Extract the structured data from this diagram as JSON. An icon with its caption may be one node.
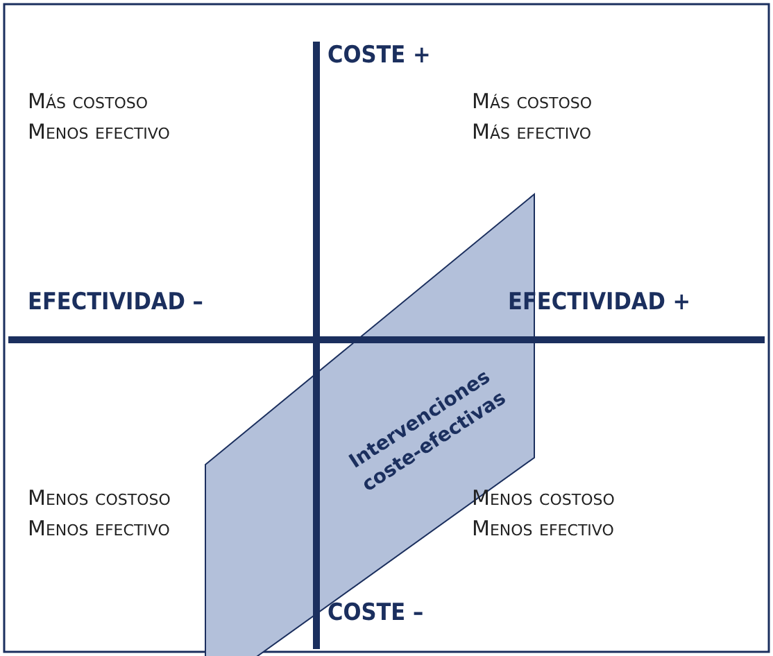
{
  "diagram": {
    "nodes": [
      {
        "text": [
          "Intervenciones coste-efectivas"
        ]
      }
    ],
    "edges": [],
    "labels": [
      "COSTE +",
      "Más costoso",
      "Menos efectivo",
      "Más costoso",
      "Más efectivo",
      "EFECTIVIDAD –",
      "EFECTIVIDAD +",
      "Menos costoso",
      "Menos efectivo",
      "Menos costoso",
      "Menos efectivo",
      "COSTE –"
    ]
  }
}
